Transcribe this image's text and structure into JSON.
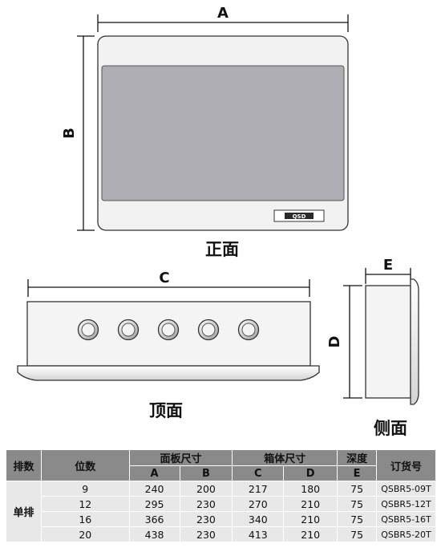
{
  "dimensions": {
    "a": "A",
    "b": "B",
    "c": "C",
    "d": "D",
    "e": "E"
  },
  "views": {
    "front": "正面",
    "top": "顶面",
    "side": "侧面"
  },
  "badge_text": "QSD",
  "table": {
    "h_rows": "排数",
    "h_positions": "位数",
    "h_panel": "面板尺寸",
    "h_box": "箱体尺寸",
    "h_depth": "深度",
    "h_model": "订货号",
    "sub_a": "A",
    "sub_b": "B",
    "sub_c": "C",
    "sub_d": "D",
    "sub_e": "E",
    "row_group": "单排",
    "rows": [
      {
        "pos": "9",
        "a": "240",
        "b": "200",
        "c": "217",
        "d": "180",
        "e": "75",
        "model": "QSBR5-09T"
      },
      {
        "pos": "12",
        "a": "295",
        "b": "230",
        "c": "270",
        "d": "210",
        "e": "75",
        "model": "QSBR5-12T"
      },
      {
        "pos": "16",
        "a": "366",
        "b": "230",
        "c": "340",
        "d": "210",
        "e": "75",
        "model": "QSBR5-16T"
      },
      {
        "pos": "20",
        "a": "438",
        "b": "230",
        "c": "413",
        "d": "210",
        "e": "75",
        "model": "QSBR5-20T"
      }
    ]
  }
}
